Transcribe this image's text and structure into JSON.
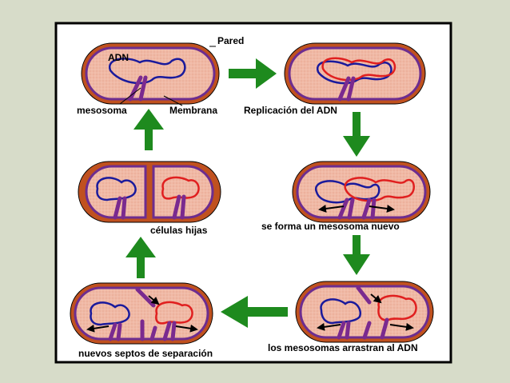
{
  "labels": {
    "pared": "Pared",
    "adn": "ADN",
    "mesosoma": "mesosoma",
    "membrana": "Membrana",
    "replicacion": "Replicación del ADN",
    "nuevo_mesosoma": "se forma un mesosoma nuevo",
    "arrastran": "los mesosomas arrastran al ADN",
    "septos": "nuevos septos de separación",
    "hijas": "células hijas"
  },
  "colors": {
    "background": "#d7dcc9",
    "panel": "#ffffff",
    "cell_wall": "#c0511f",
    "membrane": "#6d2d8f",
    "cytoplasm": "#f0b9a5",
    "dna_original": "#1a1a9c",
    "dna_copy": "#e01f1f",
    "mesosome": "#7a2a8f",
    "arrow": "#1e8a1e"
  }
}
